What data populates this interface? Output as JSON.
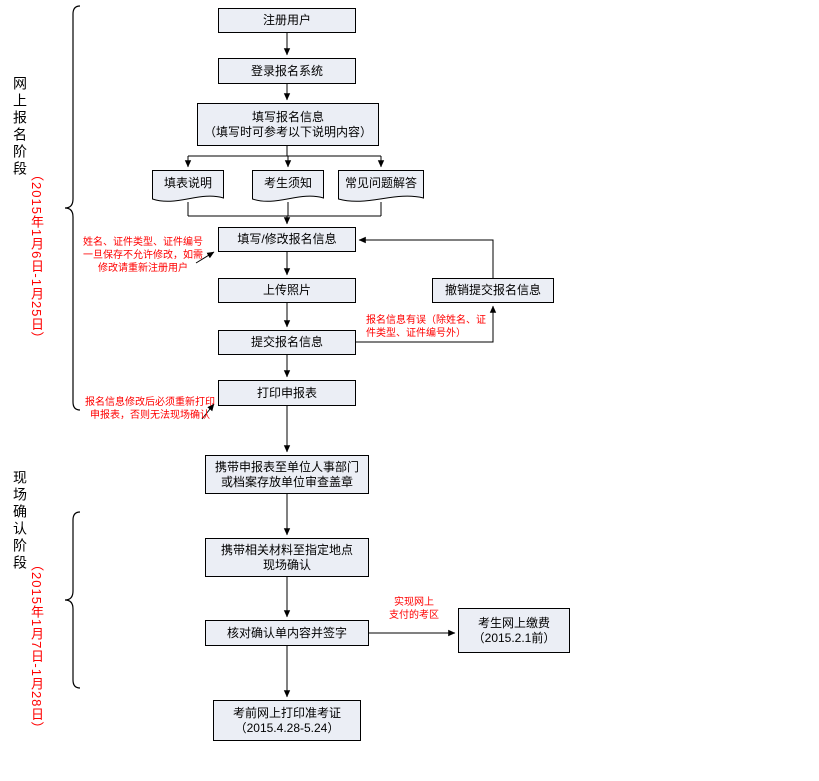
{
  "colors": {
    "annotation_red": "#ff0000",
    "box_fill": "#ebeef5",
    "line_black": "#000000"
  },
  "stages": [
    {
      "label": "网上报名阶段",
      "date": "（2015年1月6日-1月25日）"
    },
    {
      "label": "现场确认阶段",
      "date": "（2015年1月7日-1月28日）"
    }
  ],
  "flow": {
    "register": "注册用户",
    "login": "登录报名系统",
    "fill_info": "填写报名信息\n（填写时可参考以下说明内容）",
    "docs": [
      "填表说明",
      "考生须知",
      "常见问题解答"
    ],
    "fill_modify": "填写/修改报名信息",
    "upload_photo": "上传照片",
    "cancel_submit": "撤销提交报名信息",
    "submit": "提交报名信息",
    "print_form": "打印申报表",
    "stamp": "携带申报表至单位人事部门\n或档案存放单位审查盖章",
    "onsite_confirm": "携带相关材料至指定地点\n现场确认",
    "verify_sign": "核对确认单内容并签字",
    "pay_online": "考生网上缴费\n（2015.2.1前）",
    "print_ticket": "考前网上打印准考证\n（2015.4.28-5.24）"
  },
  "annotations": {
    "name_lock_warning": "姓名、证件类型、证件编号\n一旦保存不允许修改，如需\n修改请重新注册用户",
    "info_error_note": "报名信息有误（除姓名、证\n件类型、证件编号外）",
    "reprint_warning": "报名信息修改后必须重新打印\n申报表，否则无法现场确认",
    "online_pay_note": "实现网上\n支付的考区"
  }
}
